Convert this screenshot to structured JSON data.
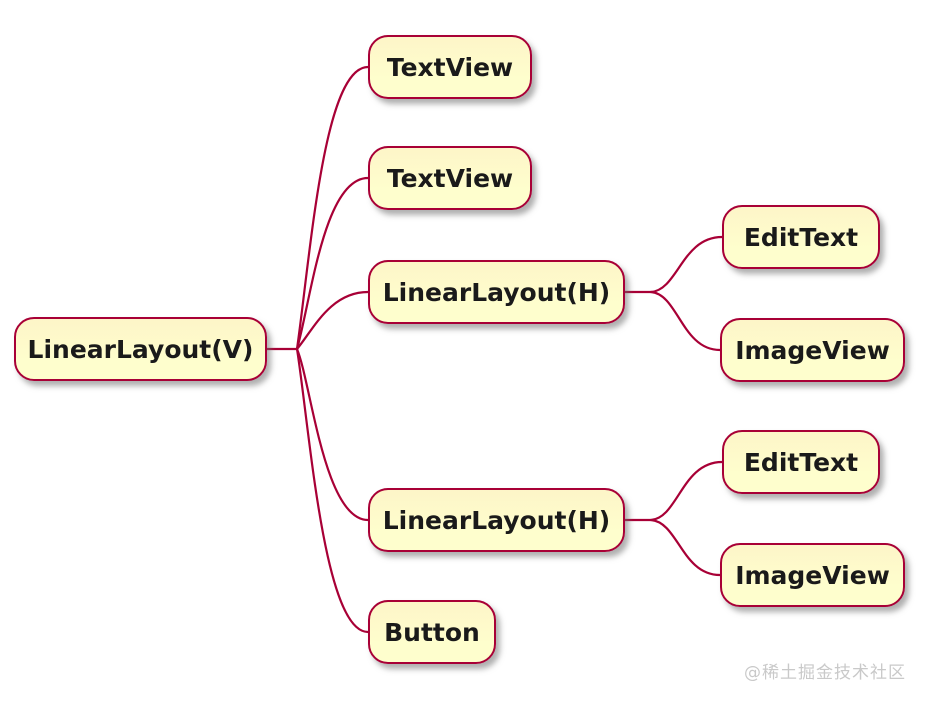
{
  "diagram": {
    "type": "mindmap",
    "watermark": "@稀土掘金技术社区",
    "colors": {
      "node_fill": "#FEFECD",
      "node_border": "#A80036",
      "edge": "#A80036",
      "text": "#1A1A1A",
      "background": "#FFFFFF",
      "watermark_text": "#C9C9C9"
    },
    "nodes": [
      {
        "id": "root",
        "label": "LinearLayout(V)"
      },
      {
        "id": "textview-1",
        "label": "TextView"
      },
      {
        "id": "textview-2",
        "label": "TextView"
      },
      {
        "id": "linearlayout-h-1",
        "label": "LinearLayout(H)"
      },
      {
        "id": "edittext-1",
        "label": "EditText"
      },
      {
        "id": "imageview-1",
        "label": "ImageView"
      },
      {
        "id": "linearlayout-h-2",
        "label": "LinearLayout(H)"
      },
      {
        "id": "edittext-2",
        "label": "EditText"
      },
      {
        "id": "imageview-2",
        "label": "ImageView"
      },
      {
        "id": "button-1",
        "label": "Button"
      }
    ],
    "edges": [
      {
        "from": "root",
        "to": "textview-1"
      },
      {
        "from": "root",
        "to": "textview-2"
      },
      {
        "from": "root",
        "to": "linearlayout-h-1"
      },
      {
        "from": "root",
        "to": "linearlayout-h-2"
      },
      {
        "from": "root",
        "to": "button-1"
      },
      {
        "from": "linearlayout-h-1",
        "to": "edittext-1"
      },
      {
        "from": "linearlayout-h-1",
        "to": "imageview-1"
      },
      {
        "from": "linearlayout-h-2",
        "to": "edittext-2"
      },
      {
        "from": "linearlayout-h-2",
        "to": "imageview-2"
      }
    ],
    "tree": {
      "label": "LinearLayout(V)",
      "children": [
        {
          "label": "TextView"
        },
        {
          "label": "TextView"
        },
        {
          "label": "LinearLayout(H)",
          "children": [
            {
              "label": "EditText"
            },
            {
              "label": "ImageView"
            }
          ]
        },
        {
          "label": "LinearLayout(H)",
          "children": [
            {
              "label": "EditText"
            },
            {
              "label": "ImageView"
            }
          ]
        },
        {
          "label": "Button"
        }
      ]
    }
  }
}
